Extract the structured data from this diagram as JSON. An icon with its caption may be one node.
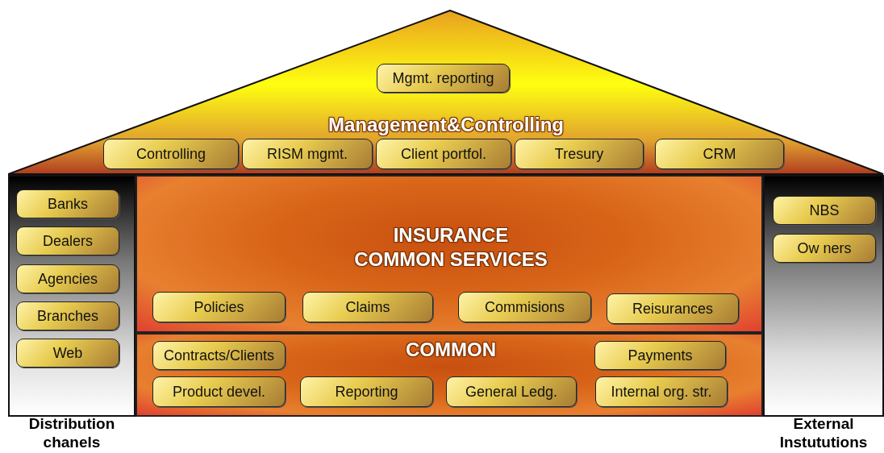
{
  "diagram": {
    "nodes": [
      {
        "text": [
          "Management&Controlling"
        ]
      },
      {
        "text": [
          "Mgmt. reporting"
        ],
        "in": 0
      },
      {
        "text": [
          "Controlling"
        ],
        "in": 0
      },
      {
        "text": [
          "RISM mgmt."
        ],
        "in": 0
      },
      {
        "text": [
          "Client portfol."
        ],
        "in": 0
      },
      {
        "text": [
          "Tresury"
        ],
        "in": 0
      },
      {
        "text": [
          "CRM"
        ],
        "in": 0
      },
      {
        "text": [
          "Distribution chanels"
        ]
      },
      {
        "text": [
          "Banks"
        ],
        "in": 7
      },
      {
        "text": [
          "Dealers"
        ],
        "in": 7
      },
      {
        "text": [
          "Agencies"
        ],
        "in": 7
      },
      {
        "text": [
          "Branches"
        ],
        "in": 7
      },
      {
        "text": [
          "Web"
        ],
        "in": 7
      },
      {
        "text": [
          "INSURANCE COMMON SERVICES"
        ]
      },
      {
        "text": [
          "Policies"
        ],
        "in": 13
      },
      {
        "text": [
          "Claims"
        ],
        "in": 13
      },
      {
        "text": [
          "Commisions"
        ],
        "in": 13
      },
      {
        "text": [
          "Reisurances"
        ],
        "in": 13
      },
      {
        "text": [
          "COMMON"
        ]
      },
      {
        "text": [
          "Contracts/Clients"
        ],
        "in": 18
      },
      {
        "text": [
          "Payments"
        ],
        "in": 18
      },
      {
        "text": [
          "Product devel."
        ],
        "in": 18
      },
      {
        "text": [
          "Reporting"
        ],
        "in": 18
      },
      {
        "text": [
          "General Ledg."
        ],
        "in": 18
      },
      {
        "text": [
          "Internal org. str."
        ],
        "in": 18
      },
      {
        "text": [
          "External Instututions"
        ]
      },
      {
        "text": [
          "NBS"
        ],
        "in": 25
      },
      {
        "text": [
          "Ow ners"
        ],
        "in": 25
      }
    ]
  }
}
